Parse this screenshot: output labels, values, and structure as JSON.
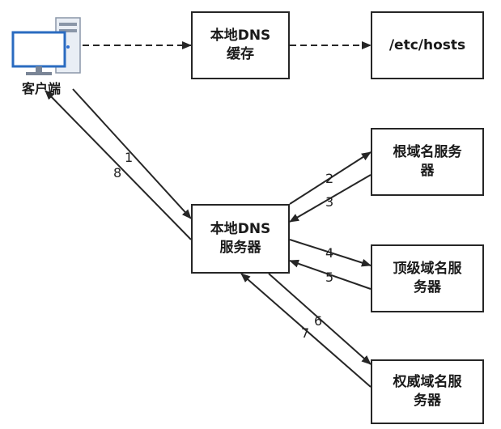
{
  "client": {
    "label": "客户端",
    "icon": "desktop-computer-icon"
  },
  "nodes": {
    "local_dns_cache": {
      "lines": [
        "本地DNS",
        "缓存"
      ]
    },
    "hosts_file": {
      "lines": [
        "/etc/hosts"
      ]
    },
    "local_dns_server": {
      "lines": [
        "本地DNS",
        "服务器"
      ]
    },
    "root_server": {
      "lines": [
        "根域名服务",
        "器"
      ]
    },
    "tld_server": {
      "lines": [
        "顶级域名服",
        "务器"
      ]
    },
    "auth_server": {
      "lines": [
        "权威域名服",
        "务器"
      ]
    }
  },
  "steps": {
    "s1": "1",
    "s2": "2",
    "s3": "3",
    "s4": "4",
    "s5": "5",
    "s6": "6",
    "s7": "7",
    "s8": "8"
  }
}
